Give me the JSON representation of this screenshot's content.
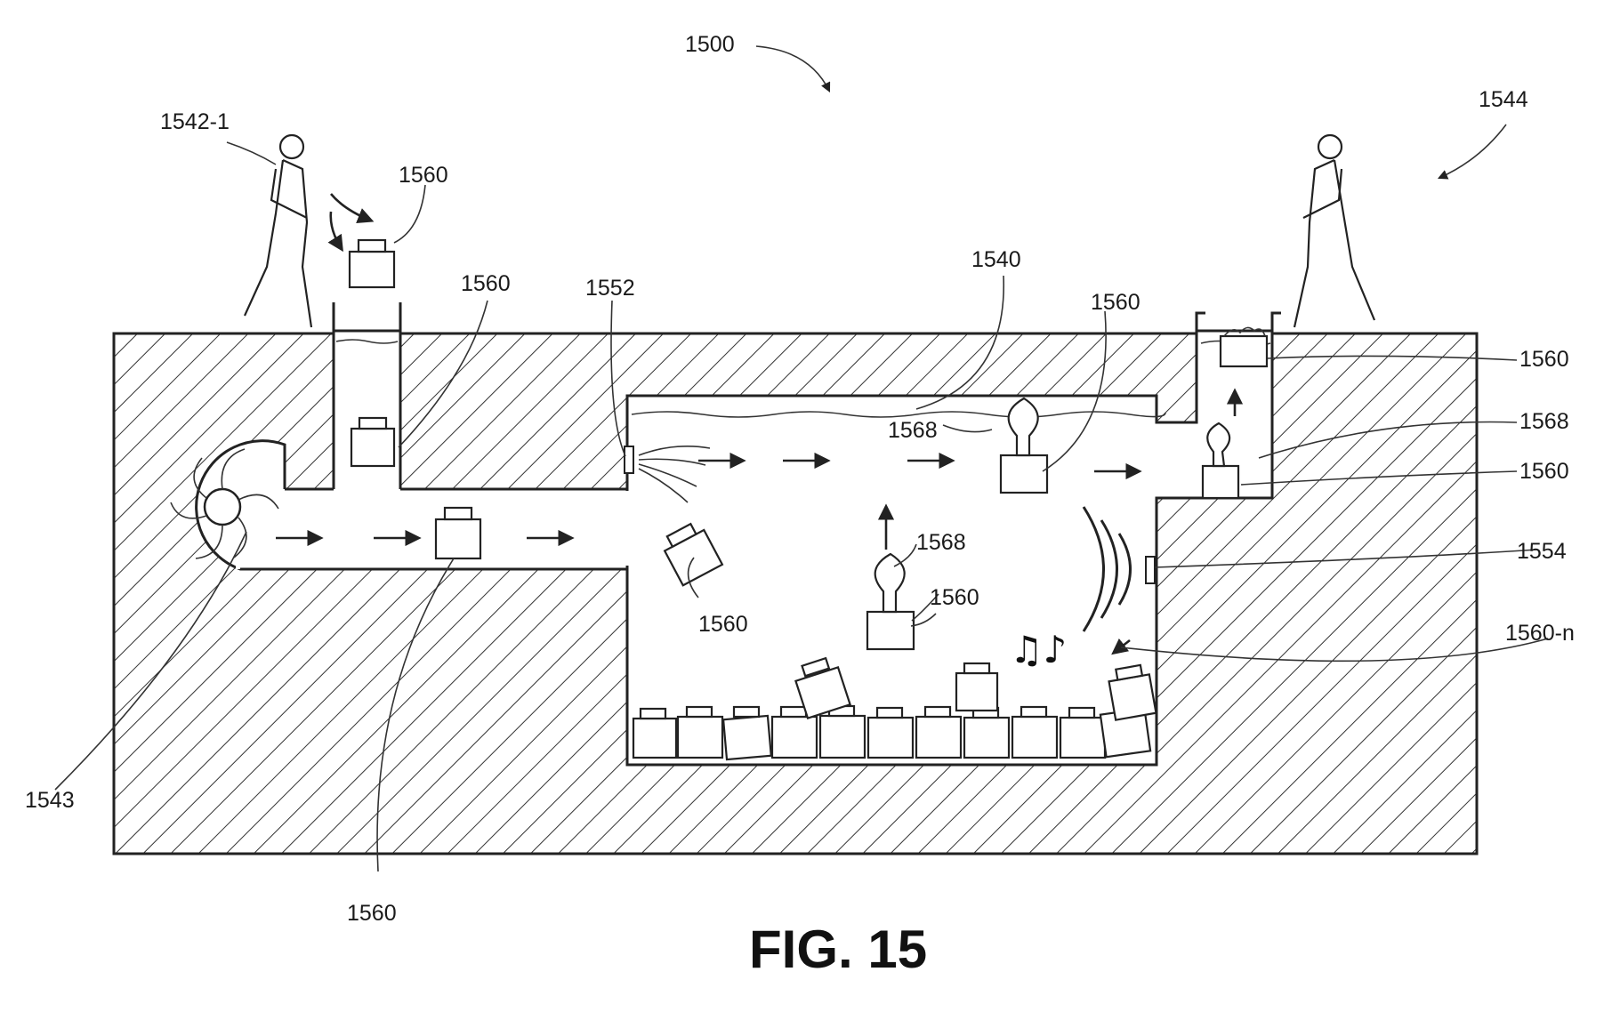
{
  "figure": {
    "caption": "FIG. 15",
    "labels": {
      "system": "1500",
      "person": "1542-1",
      "facility": "1544",
      "fan": "1543",
      "tank": "1540",
      "inlet_nozzle": "1552",
      "sensor": "1554",
      "dropped_item": "1560",
      "chute_item": "1560",
      "channel_item": "1560",
      "channel_leader": "1560",
      "floating_item": "1560",
      "tumbling_item": "1560",
      "balloon_item": "1560",
      "exit_item_upper": "1560",
      "exit_item_lower": "1560",
      "balloon_mid": "1568",
      "balloon_surface": "1568",
      "balloon_exit": "1568",
      "pile_item": "1560-n"
    }
  }
}
